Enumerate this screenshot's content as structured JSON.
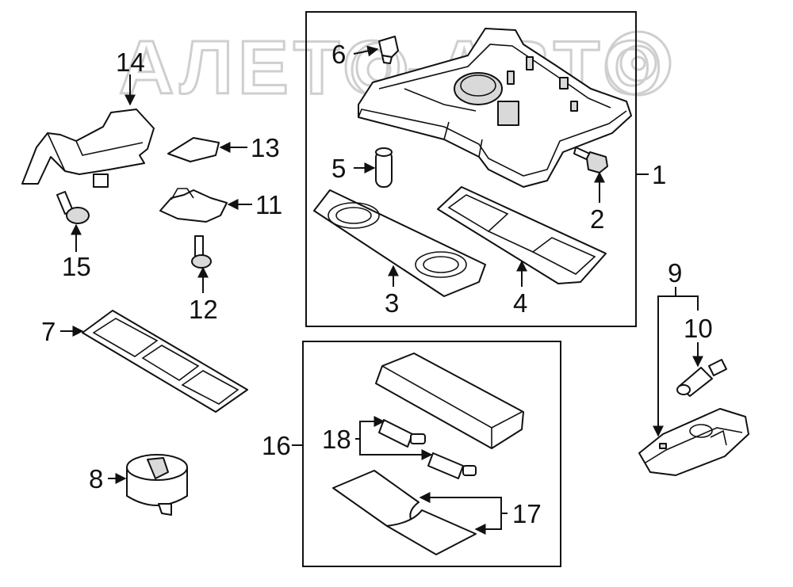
{
  "watermark": "АЛЕТО-АВТО",
  "callouts": {
    "c1": "1",
    "c2": "2",
    "c3": "3",
    "c4": "4",
    "c5": "5",
    "c6": "6",
    "c7": "7",
    "c8": "8",
    "c9": "9",
    "c10": "10",
    "c11": "11",
    "c12": "12",
    "c13": "13",
    "c14": "14",
    "c15": "15",
    "c16": "16",
    "c17": "17",
    "c18": "18"
  }
}
